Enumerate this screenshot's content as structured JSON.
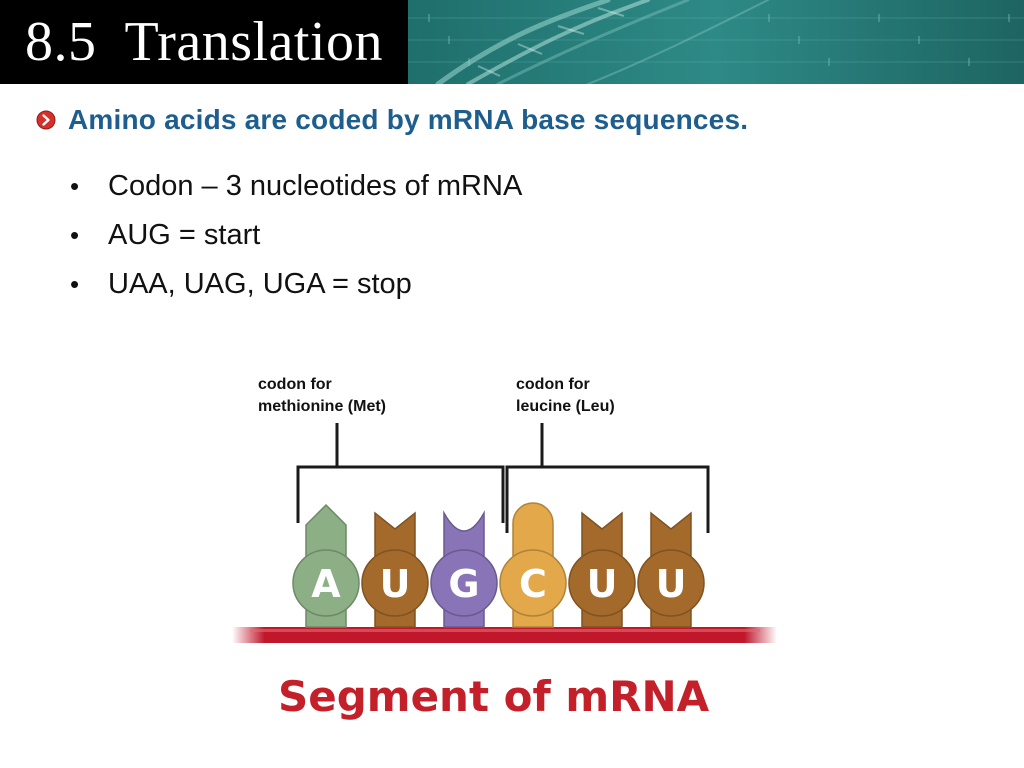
{
  "slide": {
    "number": "8.5",
    "title": "Translation"
  },
  "headline": "Amino acids are coded by mRNA base sequences.",
  "bullets": [
    "Codon – 3 nucleotides of mRNA",
    "AUG = start",
    "UAA, UAG, UGA = stop"
  ],
  "figure": {
    "codon_labels": [
      {
        "line1": "codon for",
        "line2": "methionine (Met)"
      },
      {
        "line1": "codon for",
        "line2": "leucine (Leu)"
      }
    ],
    "nucleotides": [
      {
        "letter": "A",
        "color": "#8daf85",
        "shape": "point"
      },
      {
        "letter": "U",
        "color": "#a36a2c",
        "shape": "notch"
      },
      {
        "letter": "G",
        "color": "#8874b6",
        "shape": "round-notch"
      },
      {
        "letter": "C",
        "color": "#e2a84a",
        "shape": "round"
      },
      {
        "letter": "U",
        "color": "#a36a2c",
        "shape": "notch"
      },
      {
        "letter": "U",
        "color": "#a36a2c",
        "shape": "notch"
      }
    ],
    "backbone_color": "#c0172b",
    "caption": "Segment of mRNA"
  },
  "colors": {
    "headline": "#1e5e8e",
    "headline_bullet": "#d6302a",
    "title_bg": "#000000"
  },
  "icons": {
    "headline_bullet": "arrow-circle-icon",
    "banner": "dna-helix-image"
  }
}
